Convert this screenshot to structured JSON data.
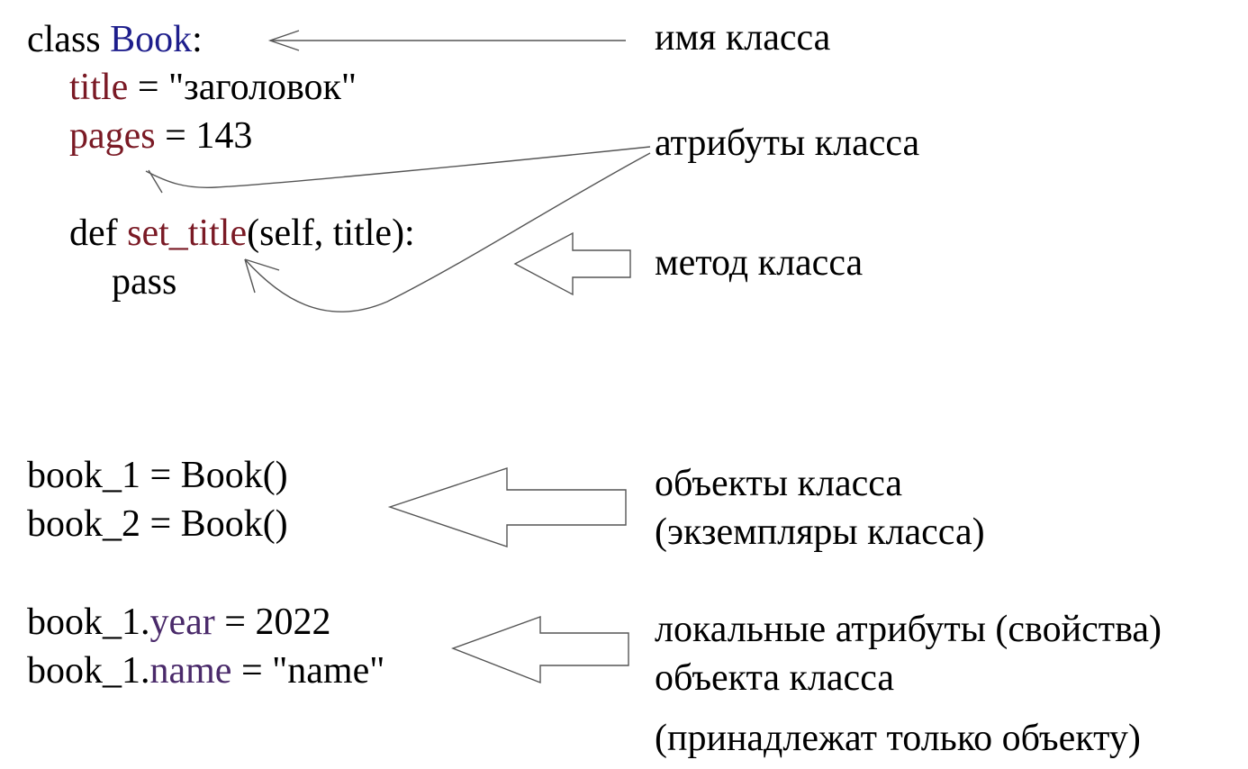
{
  "code": {
    "class_line": {
      "kw": "class ",
      "name": "Book",
      "colon": ":"
    },
    "title_line": {
      "attr": "title",
      "rest": " = \"заголовок\""
    },
    "pages_line": {
      "attr": "pages",
      "rest": " = 143"
    },
    "def_line": {
      "kw": "def ",
      "name": "set_title",
      "rest": "(self, title):"
    },
    "pass_line": "pass",
    "obj1_line": "book_1 = Book()",
    "obj2_line": "book_2 = Book()",
    "year_line": {
      "obj": "book_1.",
      "prop": "year",
      "rest": " = 2022"
    },
    "name_line": {
      "obj": "book_1.",
      "prop": "name",
      "rest": " = \"name\""
    }
  },
  "labels": {
    "class_name": "имя класса",
    "class_attrs": "атрибуты класса",
    "class_method": "метод класса",
    "objects_1": "объекты класса",
    "objects_2": "(экземпляры класса)",
    "local_1": "локальные атрибуты (свойства)",
    "local_2": "объекта класса",
    "local_3": "(принадлежат только объекту)"
  },
  "colors": {
    "class_name": "#1e1e8c",
    "class_attr": "#7a1a25",
    "object_prop": "#4a2a6a",
    "arrow_stroke": "#555555"
  }
}
